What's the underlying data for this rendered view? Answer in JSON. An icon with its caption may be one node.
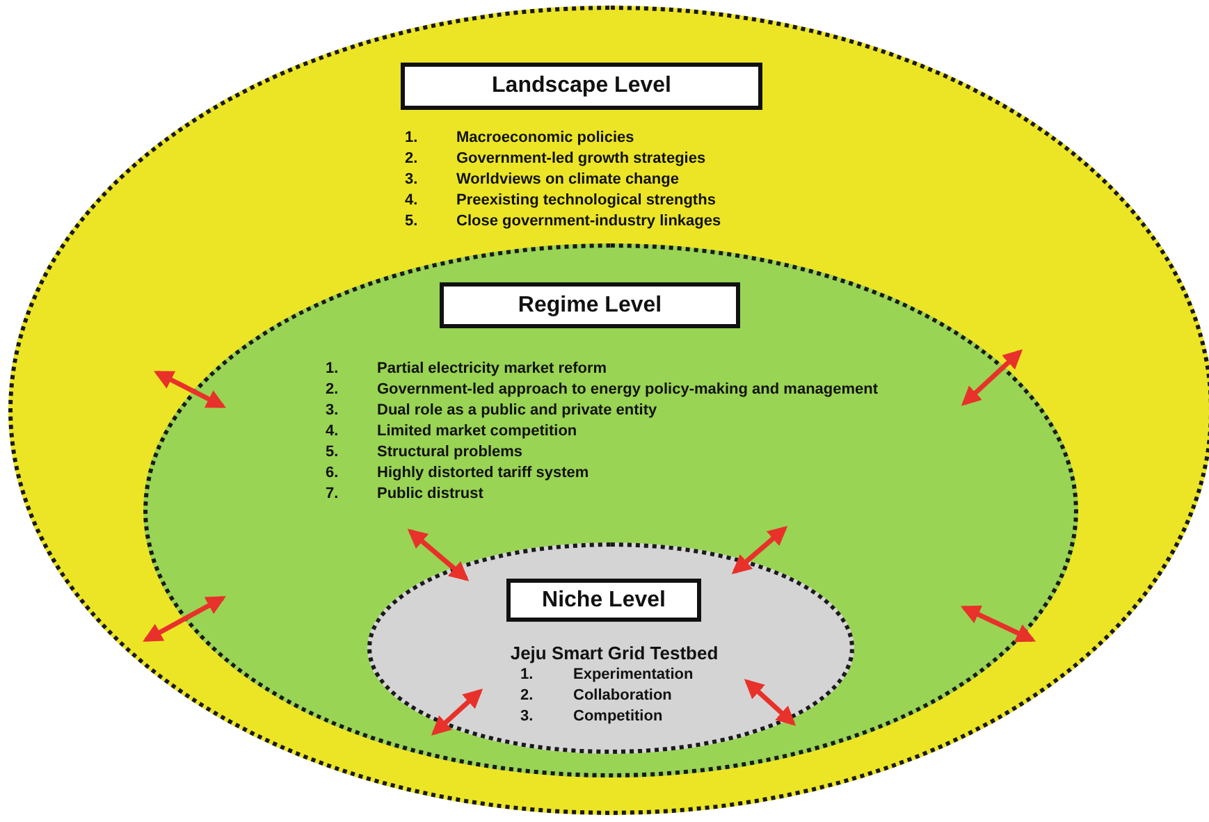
{
  "diagram": {
    "nodes": [
      {
        "text": [
          "1.",
          "Macroeconomic policies",
          "2.",
          "Government-led growth strategies",
          "3.",
          "Worldviews on climate change",
          "4.",
          "Preexisting technological strengths",
          "5.",
          "Close government-industry linkages"
        ]
      },
      {
        "text": [
          "Landscape Level"
        ],
        "in": 0
      },
      {
        "text": [
          "1.",
          "Partial electricity market reform",
          "2.",
          "Government-led approach to energy policy-making and management",
          "3.",
          "Dual role as a public and private entity",
          "4.",
          "Limited market competition",
          "5.",
          "Structural problems",
          "6.",
          "Highly distorted tariff system",
          "7.",
          "Public distrust"
        ],
        "in": 0
      },
      {
        "text": [
          "Regime Level"
        ],
        "in": 2
      },
      {
        "text": [
          "Jeju Smart Grid Testbed",
          "1.",
          "Experimentation",
          "2.",
          "Collaboration",
          "3.",
          "Competition"
        ],
        "in": 2
      },
      {
        "text": [
          "Niche Level"
        ],
        "in": 4
      }
    ]
  }
}
